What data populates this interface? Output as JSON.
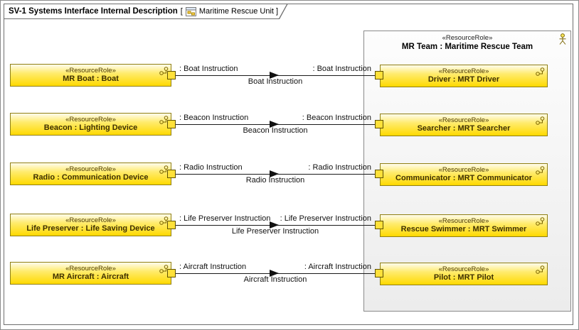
{
  "colors": {
    "node_yellow": "#ffd900",
    "node_border": "#8f7f12",
    "container_border": "#8a8a8a",
    "connector_black": "#1a1a1a"
  },
  "frame": {
    "title": "SV-1 Systems Interface Internal Description",
    "context_prefix": "[",
    "context_label": "Maritime Rescue Unit ]"
  },
  "container": {
    "stereotype": "«ResourceRole»",
    "name": "MR Team : Maritime Rescue Team"
  },
  "rows": [
    {
      "left": {
        "stereotype": "«ResourceRole»",
        "name": "MR Boat : Boat"
      },
      "right": {
        "stereotype": "«ResourceRole»",
        "name": "Driver : MRT Driver"
      },
      "connector": {
        "left_label": ": Boat Instruction",
        "right_label": ": Boat Instruction",
        "center_label": "Boat Instruction"
      }
    },
    {
      "left": {
        "stereotype": "«ResourceRole»",
        "name": "Beacon : Lighting Device"
      },
      "right": {
        "stereotype": "«ResourceRole»",
        "name": "Searcher : MRT Searcher"
      },
      "connector": {
        "left_label": ": Beacon Instruction",
        "right_label": ": Beacon Instruction",
        "center_label": "Beacon Instruction"
      }
    },
    {
      "left": {
        "stereotype": "«ResourceRole»",
        "name": "Radio : Communication Device"
      },
      "right": {
        "stereotype": "«ResourceRole»",
        "name": "Communicator : MRT Communicator"
      },
      "connector": {
        "left_label": ": Radio Instruction",
        "right_label": ": Radio Instruction",
        "center_label": "Radio Instruction"
      }
    },
    {
      "left": {
        "stereotype": "«ResourceRole»",
        "name": "Life Preserver : Life Saving Device"
      },
      "right": {
        "stereotype": "«ResourceRole»",
        "name": "Rescue Swimmer : MRT Swimmer"
      },
      "connector": {
        "left_label": ": Life Preserver Instruction",
        "right_label": ": Life Preserver Instruction",
        "center_label": "Life Preserver Instruction"
      }
    },
    {
      "left": {
        "stereotype": "«ResourceRole»",
        "name": "MR Aircraft : Aircraft"
      },
      "right": {
        "stereotype": "«ResourceRole»",
        "name": "Pilot : MRT Pilot"
      },
      "connector": {
        "left_label": ": Aircraft Instruction",
        "right_label": ": Aircraft Instruction",
        "center_label": "Aircraft Instruction"
      }
    }
  ]
}
